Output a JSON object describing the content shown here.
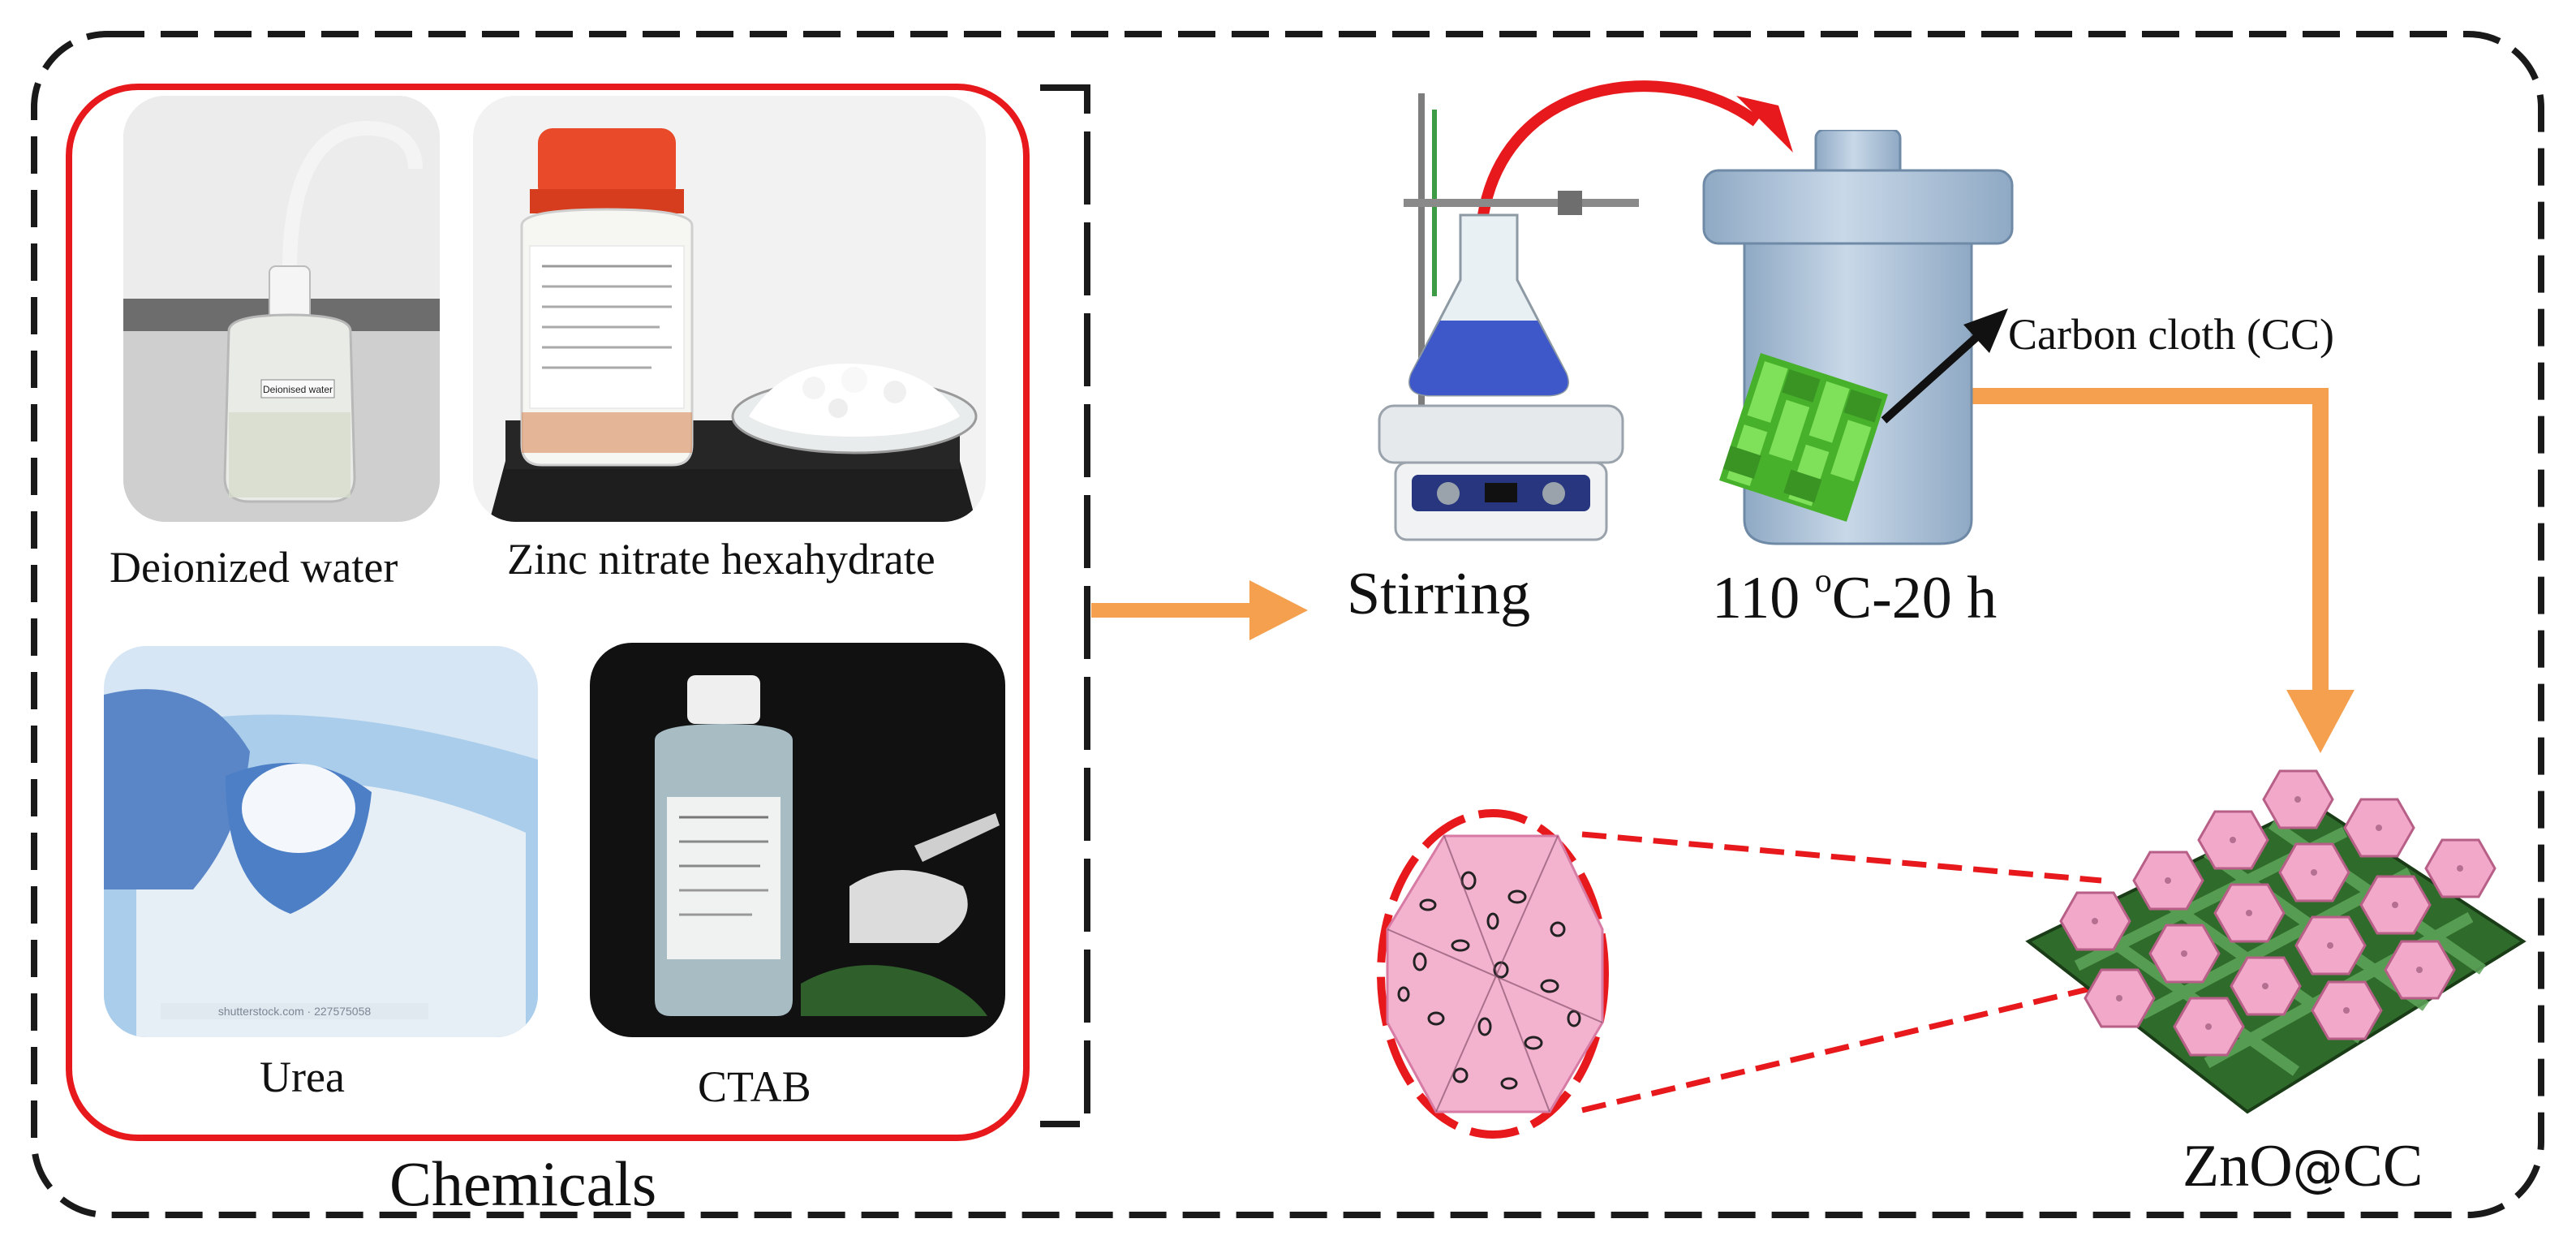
{
  "chemicals": {
    "section_title": "Chemicals",
    "items": [
      {
        "label": "Deionized water",
        "bottle_text": "Deionised water"
      },
      {
        "label": "Zinc nitrate hexahydrate"
      },
      {
        "label": "Urea",
        "watermark": "shutterstock.com · 227575058"
      },
      {
        "label": "CTAB"
      }
    ]
  },
  "process": {
    "stirring_label": "Stirring",
    "condition_label": "110 °C-20 h",
    "condition_main": "110 ",
    "condition_sup": "o",
    "condition_tail": "C-20 h",
    "carbon_cloth_label": "Carbon cloth (CC)"
  },
  "product": {
    "label": "ZnO@CC",
    "label_prefix": "ZnO",
    "label_at": "@",
    "label_suffix": "CC"
  },
  "colors": {
    "outer_border": "#1a1a1a",
    "chemicals_frame": "#e8191c",
    "orange_arrow": "#f4a04f",
    "red_arrow": "#e8191c",
    "zno_pink": "#f0a6c8",
    "cloth_green": "#5cc83a",
    "autoclave_blue": "#b9cde0"
  }
}
